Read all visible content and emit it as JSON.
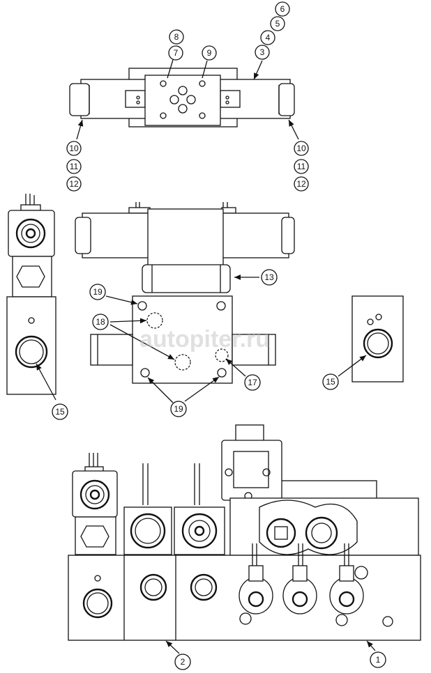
{
  "watermark": "autopiter.ru",
  "callouts": {
    "top": {
      "c6": "6",
      "c5": "5",
      "c4": "4",
      "c3": "3",
      "c8": "8",
      "c7": "7",
      "c9": "9",
      "l10": "10",
      "l11": "11",
      "l12": "12",
      "r10": "10",
      "r11": "11",
      "r12": "12"
    },
    "middle": {
      "c13": "13",
      "c19a": "19",
      "c18": "18",
      "c17": "17",
      "c19b": "19",
      "c15a": "15",
      "c15b": "15"
    },
    "bottom": {
      "c2": "2",
      "c1": "1"
    }
  }
}
